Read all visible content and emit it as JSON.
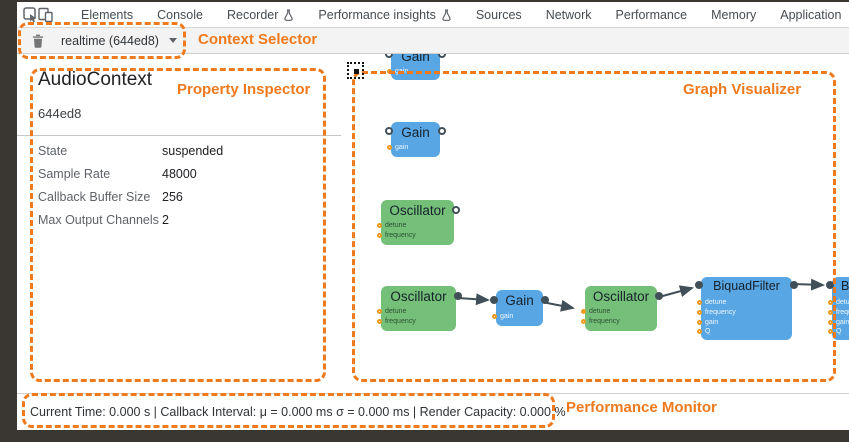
{
  "chrome": {
    "tabs": [
      "Elements",
      "Console",
      "Recorder",
      "Performance insights",
      "Sources",
      "Network",
      "Performance",
      "Memory",
      "Application"
    ],
    "toolbar_icons": [
      "inspect-element",
      "toggle-device-toolbar"
    ],
    "context_selector": {
      "value": "realtime (644ed8)",
      "trash_icon": "delete-context"
    }
  },
  "annotations": {
    "context_selector": "Context Selector",
    "property_inspector": "Property Inspector",
    "graph_visualizer": "Graph Visualizer",
    "performance_monitor": "Performance Monitor"
  },
  "inspector": {
    "title": "AudioContext",
    "id": "644ed8",
    "properties": [
      {
        "label": "State",
        "value": "suspended"
      },
      {
        "label": "Sample Rate",
        "value": "48000"
      },
      {
        "label": "Callback Buffer Size",
        "value": "256"
      },
      {
        "label": "Max Output Channels",
        "value": "2"
      }
    ]
  },
  "graph": {
    "nodes": [
      {
        "label": "Gain",
        "params": [
          "gain"
        ]
      },
      {
        "label": "Gain",
        "params": [
          "gain"
        ]
      },
      {
        "label": "Oscillator",
        "params": [
          "detune",
          "frequency"
        ]
      },
      {
        "label": "Oscillator",
        "params": [
          "detune",
          "frequency"
        ]
      },
      {
        "label": "Gain",
        "params": [
          "gain"
        ]
      },
      {
        "label": "Oscillator",
        "params": [
          "detune",
          "frequency"
        ]
      },
      {
        "label": "BiquadFilter",
        "params": [
          "detune",
          "frequency",
          "gain",
          "Q"
        ]
      },
      {
        "label": "BiquadFilter",
        "params": [
          "detune",
          "frequency",
          "gain",
          "Q"
        ]
      }
    ],
    "edges": [
      "Oscillator->Gain",
      "Gain->Oscillator.detune",
      "Oscillator->BiquadFilter",
      "BiquadFilter->BiquadFilter"
    ]
  },
  "status": {
    "text": "Current Time: 0.000 s | Callback Interval: μ = 0.000 ms σ = 0.000 ms | Render Capacity: 0.000 %"
  },
  "colors": {
    "annotation_orange": "#ef7a1e",
    "node_green": "#74c078",
    "node_blue": "#58a6e3",
    "param_port_orange": "#f29a20",
    "edge_slate": "#414f58"
  }
}
